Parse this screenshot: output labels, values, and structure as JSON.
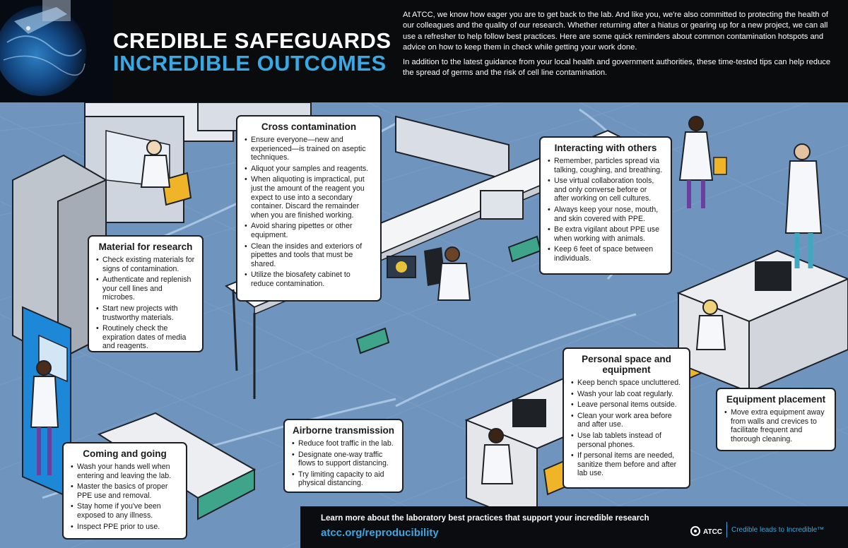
{
  "header": {
    "title_line1": "CREDIBLE SAFEGUARDS",
    "title_line2": "INCREDIBLE OUTCOMES",
    "intro_p1": "At ATCC, we know how eager you are to get back to the lab. And like you, we're also committed to protecting the health of our colleagues and the quality of our research. Whether returning after a hiatus or gearing up for a new project, we can all use a refresher to help follow best practices. Here are some quick reminders about common contamination hotspots and advice on how to keep them in check while getting your work done.",
    "intro_p2": "In addition to the latest guidance from your local health and government authorities, these time-tested tips can help reduce the spread of germs and the risk of cell line contamination."
  },
  "cards": {
    "material": {
      "title": "Material for research",
      "items": [
        "Check existing materials for signs of contamination.",
        "Authenticate and replenish your cell lines and microbes.",
        "Start new projects with trustworthy materials.",
        "Routinely check the expiration dates of media and reagents."
      ]
    },
    "cross": {
      "title": "Cross contamination",
      "items": [
        "Ensure everyone—new and experienced—is trained on aseptic techniques.",
        "Aliquot your samples and reagents.",
        "When aliquoting is impractical, put just the amount of the reagent you expect to use into a secondary container. Discard the remainder when you are finished working.",
        "Avoid sharing pipettes or other equipment.",
        "Clean the insides and exteriors of pipettes and tools that must be shared.",
        "Utilize the biosafety cabinet to reduce contamination."
      ]
    },
    "interacting": {
      "title": "Interacting with others",
      "items": [
        "Remember, particles spread via talking, coughing, and breathing.",
        "Use virtual collaboration tools, and only converse before or after working on cell cultures.",
        "Always keep your nose, mouth, and skin covered with PPE.",
        "Be extra vigilant about PPE use when working with animals.",
        "Keep 6 feet of space between individuals."
      ]
    },
    "coming": {
      "title": "Coming and going",
      "items": [
        "Wash your hands well when entering and leaving the lab.",
        "Master the basics of proper PPE use and removal.",
        "Stay home if you've been exposed to any illness.",
        "Inspect PPE prior to use."
      ]
    },
    "airborne": {
      "title": "Airborne transmission",
      "items": [
        "Reduce foot traffic in the lab.",
        "Designate one-way traffic flows to support distancing.",
        "Try limiting capacity to aid physical distancing."
      ]
    },
    "personal": {
      "title": "Personal space and equipment",
      "items": [
        "Keep bench space uncluttered.",
        "Wash your lab coat regularly.",
        "Leave personal items outside.",
        "Clean your work area before and after use.",
        "Use lab tablets instead of personal phones.",
        "If personal items are needed, sanitize them before and after lab use."
      ]
    },
    "equipment": {
      "title": "Equipment placement",
      "items": [
        "Move extra equipment away from walls and crevices to facilitate frequent and thorough cleaning."
      ]
    }
  },
  "footer": {
    "learn_more": "Learn more about the laboratory best practices that support your incredible research",
    "url": "atcc.org/reproducibility",
    "brand": "ATCC",
    "tagline": "Credible leads to Incredible™"
  },
  "colors": {
    "header_bg": "#0a0b0d",
    "accent_blue": "#38a9e4",
    "floor": "#6f95bf",
    "lab_green": "#3fa58a"
  }
}
